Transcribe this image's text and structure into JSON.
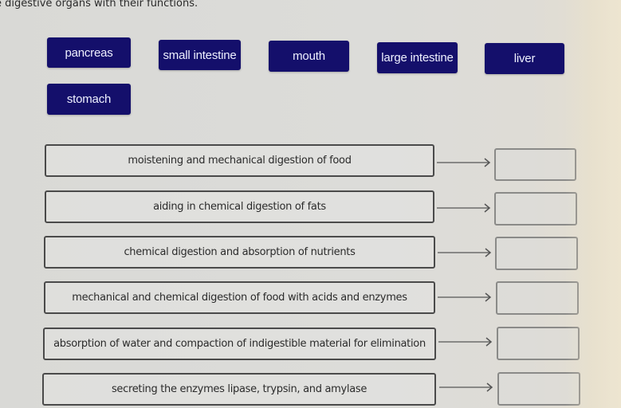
{
  "instruction": "e digestive organs with their functions.",
  "colors": {
    "chip_background": "#140f6b",
    "chip_text": "#eef0ff",
    "box_border": "#4a4a4a",
    "target_border": "#8a8a88",
    "page_background": "#dcdcd9"
  },
  "chips": [
    {
      "label": "pancreas"
    },
    {
      "label": "small intestine"
    },
    {
      "label": "mouth"
    },
    {
      "label": "large intestine"
    },
    {
      "label": "liver"
    },
    {
      "label": "stomach"
    }
  ],
  "functions": [
    {
      "label": "moistening and mechanical digestion of food",
      "answer": ""
    },
    {
      "label": "aiding in chemical digestion of fats",
      "answer": ""
    },
    {
      "label": "chemical digestion and absorption of nutrients",
      "answer": ""
    },
    {
      "label": "mechanical and chemical digestion of food with acids and enzymes",
      "answer": ""
    },
    {
      "label": "absorption of water and compaction of indigestible material for elimination",
      "answer": ""
    },
    {
      "label": "secreting the enzymes lipase, trypsin, and amylase",
      "answer": ""
    }
  ],
  "icons": {
    "arrow": "arrow-right-icon"
  }
}
